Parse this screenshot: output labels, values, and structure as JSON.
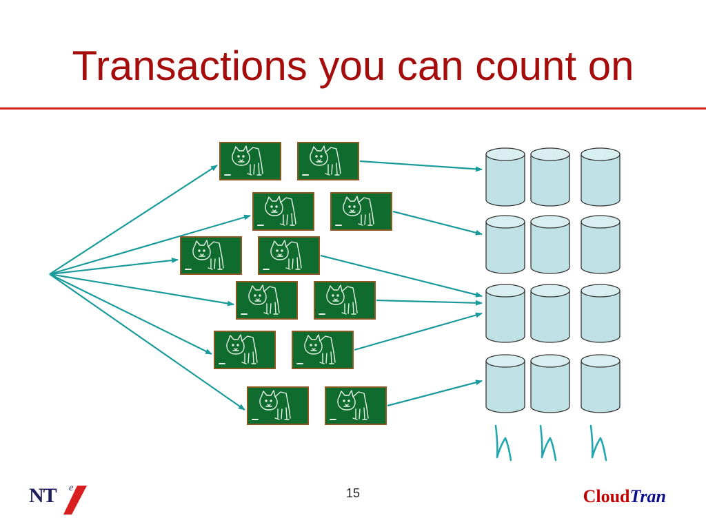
{
  "slide": {
    "title": "Transactions you can count on",
    "page_number": "15"
  },
  "logos": {
    "left": {
      "text": "NT",
      "superscript": "e"
    },
    "right": {
      "part1": "Cloud",
      "part2": "Tran"
    }
  },
  "diagram": {
    "source": "client-origin-point",
    "worker_boxes": 12,
    "database_grid": {
      "rows": 4,
      "cols": 3
    },
    "scribble_marks": 3
  },
  "colors": {
    "title": "#a50d0d",
    "rule": "#d91e1e",
    "arrow": "#1a9a9a",
    "box_fill": "#0f6b2e",
    "box_border": "#8a5a22",
    "drawing": "#e8f4e8",
    "db_fill": "#bfe0e4",
    "db_top": "#d8eef0",
    "db_stroke": "#333333",
    "scribble": "#22a6b0"
  }
}
